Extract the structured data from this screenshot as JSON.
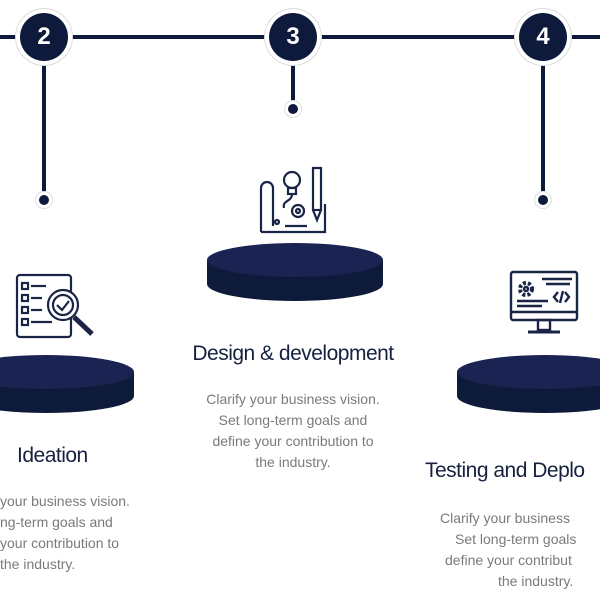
{
  "steps": [
    {
      "number": "2",
      "title": "Ideation",
      "icon": "checklist-magnifier-icon",
      "description": [
        "your business vision.",
        "ng-term goals and",
        "your contribution to",
        "the industry."
      ]
    },
    {
      "number": "3",
      "title": "Design & development",
      "icon": "blueprint-lightbulb-pencil-icon",
      "description": [
        "Clarify your business vision.",
        "Set long-term goals and",
        "define your contribution to",
        "the industry."
      ]
    },
    {
      "number": "4",
      "title": "Testing and Deplo",
      "icon": "monitor-code-gear-icon",
      "description": [
        "Clarify your business",
        "Set long-term goals",
        "define your contribut",
        "the industry."
      ]
    }
  ],
  "colors": {
    "navy": "#0e1a3c",
    "text": "#7a7a7a"
  }
}
